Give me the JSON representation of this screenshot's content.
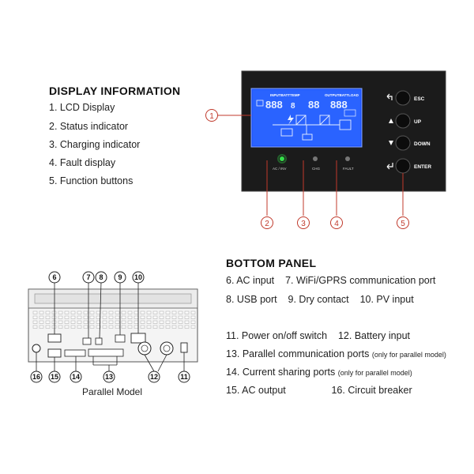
{
  "display_info": {
    "title": "DISPLAY INFORMATION",
    "items": [
      "1. LCD Display",
      "2. Status indicator",
      "3. Charging indicator",
      "4. Fault display",
      "5. Function buttons"
    ]
  },
  "panel": {
    "lcd_left_header": "INPUTBATTTEMP",
    "lcd_right_header": "OUTPUTBATTLOAD",
    "led_labels": [
      "AC / INV",
      "CHG",
      "FAULT"
    ],
    "buttons": [
      {
        "label": "ESC",
        "icon": "return-arrow-icon"
      },
      {
        "label": "UP",
        "icon": "triangle-up-icon"
      },
      {
        "label": "DOWN",
        "icon": "triangle-down-icon"
      },
      {
        "label": "ENTER",
        "icon": "enter-arrow-icon"
      }
    ],
    "callouts": [
      "1",
      "2",
      "3",
      "4",
      "5"
    ]
  },
  "colors": {
    "panel_bg": "#1b1b1b",
    "lcd_blue": "#1f55ff",
    "led_green": "#35e04a",
    "callout_red": "#c0392b"
  },
  "bottom_panel": {
    "title": "BOTTOM PANEL",
    "rows": [
      {
        "segments": [
          {
            "text": "6. AC input"
          },
          {
            "text": "7. WiFi/GPRS communication port"
          }
        ]
      },
      {
        "segments": [
          {
            "text": "8. USB port"
          },
          {
            "text": "9. Dry contact"
          },
          {
            "text": "10. PV input"
          }
        ]
      },
      {
        "segments": [
          {
            "text": "11. Power on/off switch"
          },
          {
            "text": "12. Battery input"
          }
        ]
      },
      {
        "segments": [
          {
            "text": "13. Parallel communication ports"
          },
          {
            "text": "(only for parallel model)",
            "small": true
          }
        ]
      },
      {
        "segments": [
          {
            "text": "14. Current sharing ports"
          },
          {
            "text": "(only for parallel model)",
            "small": true
          }
        ]
      },
      {
        "segments": [
          {
            "text": "15. AC output"
          },
          {
            "text": "16. Circuit breaker"
          }
        ]
      }
    ]
  },
  "parallel_model": {
    "caption": "Parallel Model",
    "callouts": [
      "6",
      "7",
      "8",
      "9",
      "10",
      "11",
      "12",
      "13",
      "14",
      "15",
      "16"
    ]
  }
}
